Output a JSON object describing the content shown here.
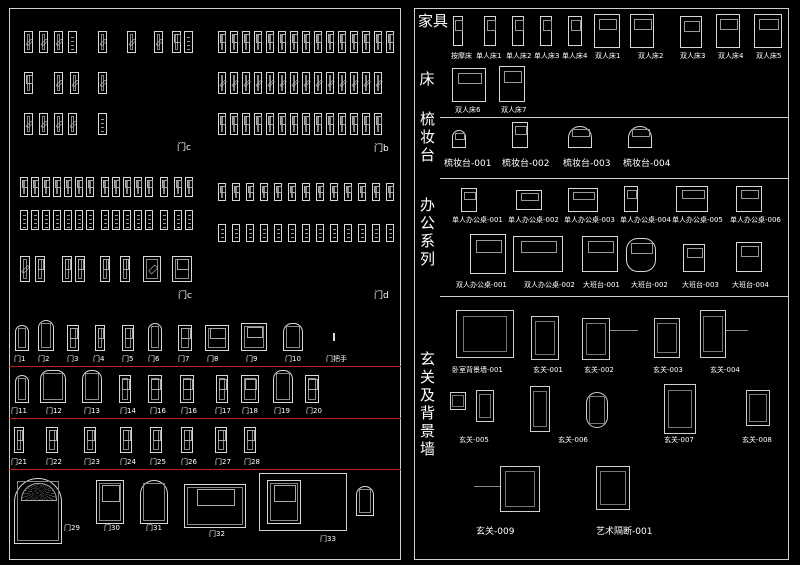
{
  "left_panel": {
    "block_labels": {
      "c1": "门c",
      "b": "门b",
      "c2": "门c",
      "d": "门d"
    },
    "door_labels_row1": [
      "门1",
      "门2",
      "门3",
      "门4",
      "门5",
      "门6",
      "门7",
      "门8",
      "门9",
      "门10",
      "门把手"
    ],
    "door_labels_row2": [
      "门11",
      "门12",
      "门13",
      "门14",
      "门16",
      "门16",
      "门17",
      "门18",
      "门19",
      "门20"
    ],
    "door_labels_row3": [
      "门21",
      "门22",
      "门23",
      "门24",
      "门25",
      "门26",
      "门27",
      "门28"
    ],
    "door_labels_row4": [
      "门29",
      "门30",
      "门31",
      "门32",
      "门33"
    ]
  },
  "right_panel": {
    "categories": {
      "furniture": "家具",
      "bed": "床",
      "dresser": "梳妆台",
      "office": "办公系列",
      "entry": "玄关及背景墙"
    },
    "beds_row1": [
      "按摩床",
      "单人床1",
      "单人床2",
      "单人床3",
      "单人床4",
      "双人床1",
      "双人床2",
      "双人床3",
      "双人床4",
      "双人床5"
    ],
    "beds_row2": [
      "双人床6",
      "双人床7"
    ],
    "dressers": [
      "梳妆台-001",
      "梳妆台-002",
      "梳妆台-003",
      "梳妆台-004"
    ],
    "office_row1": [
      "单人办公桌-001",
      "单人办公桌-002",
      "单人办公桌-003",
      "单人办公桌-004",
      "单人办公桌-005",
      "单人办公桌-006"
    ],
    "office_row2": [
      "双人办公桌-001",
      "双人办公桌-002",
      "大班台-001",
      "大班台-002",
      "大班台-003",
      "大班台-004"
    ],
    "entry_row1": [
      "卧室背景墙-001",
      "玄关-001",
      "玄关-002",
      "玄关-003",
      "玄关-004"
    ],
    "entry_row2": [
      "玄关-005",
      "玄关-006",
      "玄关-007",
      "玄关-008"
    ],
    "entry_row3": [
      "玄关-009",
      "艺术隔断-001"
    ]
  }
}
